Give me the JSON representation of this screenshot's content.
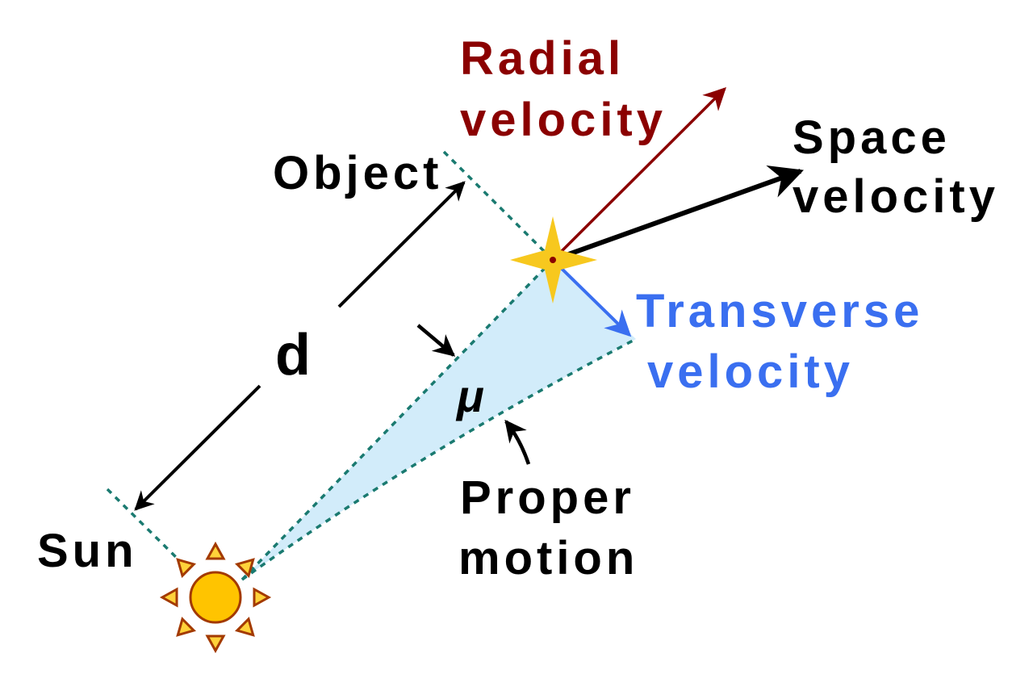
{
  "colors": {
    "background": "#ffffff",
    "radial": "#8b0000",
    "transverse": "#3a6ff0",
    "space": "#000000",
    "dotted_line": "#1a7a70",
    "proper_motion_fill": "#d2ecfa",
    "star": "#f7c81e",
    "sun_fill": "#ffc400",
    "sun_stroke": "#a33a00",
    "sun_ray_fill": "#ffd23a"
  },
  "labels": {
    "radial_line1": "Radial",
    "radial_line2": "velocity",
    "space_line1": "Space",
    "space_line2": "velocity",
    "object": "Object",
    "transverse_line1": "Transverse",
    "transverse_line2": "velocity",
    "distance": "d",
    "mu": "μ",
    "proper_line1": "Proper",
    "proper_line2": "motion",
    "sun": "Sun"
  },
  "icons": {
    "object": "four-point-star-icon",
    "sun": "sun-icon"
  }
}
